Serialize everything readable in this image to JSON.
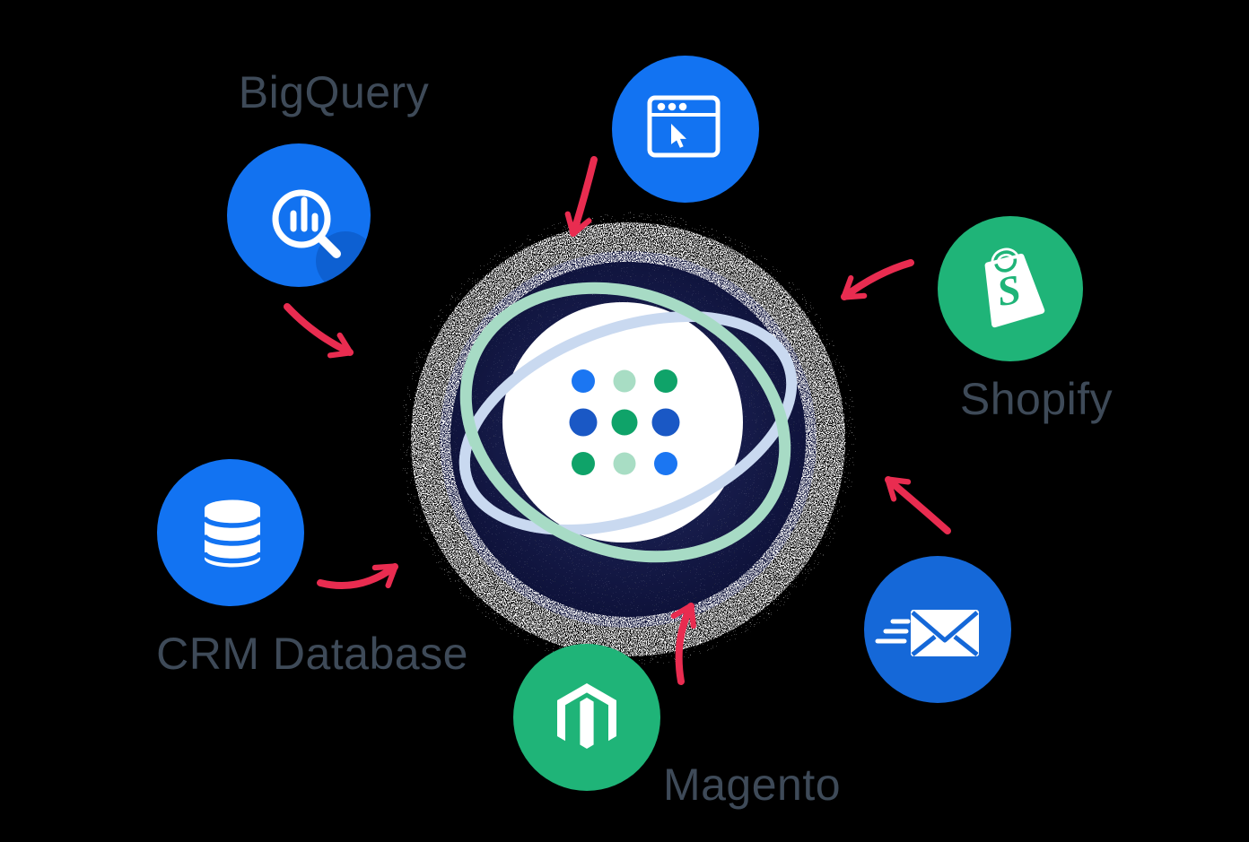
{
  "background": {
    "color": "#000000"
  },
  "diagram": {
    "description": "Six data-source icons with red arrows pointing into a central orbital hub logo",
    "hub": {
      "name": "central-data-hub",
      "stipple_base_color": "#161b49",
      "stipple_speckle_color": "#ffffff",
      "stipple_accent_color": "#8f8f49",
      "core_color": "#ffffff",
      "orbit_green_color": "#a7dbc5",
      "orbit_blue_color": "#c9d9f0",
      "dot_palette": {
        "azure": "#1b76f2",
        "navy": "#1a58c5",
        "green": "#0fa369",
        "mint": "#a8ddc4"
      },
      "dot_grid": [
        [
          "azure",
          "mint",
          "green"
        ],
        [
          "navy",
          "green",
          "navy"
        ],
        [
          "green",
          "mint",
          "azure"
        ]
      ]
    },
    "arrow_color": "#e92c50",
    "label_color": "#3e4a58",
    "nodes": [
      {
        "id": "bigquery",
        "label": "BigQuery",
        "icon": "bigquery-magnifier-chart-icon",
        "circle_color": "#1272f0",
        "shadow_color": "#0d60d2",
        "glyph_color": "#ffffff"
      },
      {
        "id": "web-browser",
        "label": "",
        "icon": "browser-window-cursor-icon",
        "circle_color": "#1273f2",
        "glyph_color": "#ffffff"
      },
      {
        "id": "shopify",
        "label": "Shopify",
        "icon": "shopify-bag-icon",
        "circle_color": "#1fb478",
        "glyph_color": "#ffffff"
      },
      {
        "id": "crm-database",
        "label": "CRM Database",
        "icon": "database-cylinder-icon",
        "circle_color": "#1273f2",
        "glyph_color": "#ffffff"
      },
      {
        "id": "magento",
        "label": "Magento",
        "icon": "magento-logo-icon",
        "circle_color": "#1fb478",
        "glyph_color": "#ffffff"
      },
      {
        "id": "email",
        "label": "",
        "icon": "email-send-icon",
        "circle_color": "#1568d8",
        "glyph_color": "#ffffff"
      }
    ],
    "arrows": [
      {
        "from": "bigquery",
        "to": "hub"
      },
      {
        "from": "web-browser",
        "to": "hub"
      },
      {
        "from": "shopify",
        "to": "hub"
      },
      {
        "from": "crm-database",
        "to": "hub"
      },
      {
        "from": "magento",
        "to": "hub"
      },
      {
        "from": "email",
        "to": "hub"
      }
    ]
  }
}
